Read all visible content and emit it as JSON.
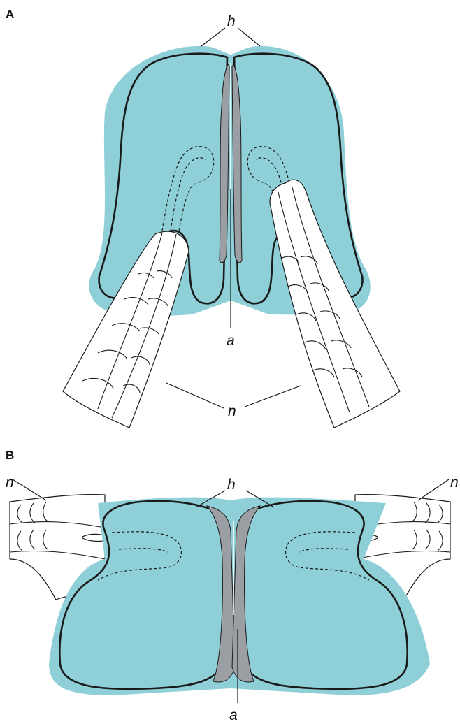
{
  "panels": [
    {
      "id": "A",
      "letter": "A",
      "label_h": "h",
      "label_a": "a",
      "label_n": "n"
    },
    {
      "id": "B",
      "letter": "B",
      "label_h": "h",
      "label_a": "a",
      "label_n_left": "n",
      "label_n_right": "n"
    }
  ],
  "colors": {
    "halo": "#8ecfd8",
    "tissue_gray": "#9b9ea2",
    "outline": "#1a1a1a"
  }
}
